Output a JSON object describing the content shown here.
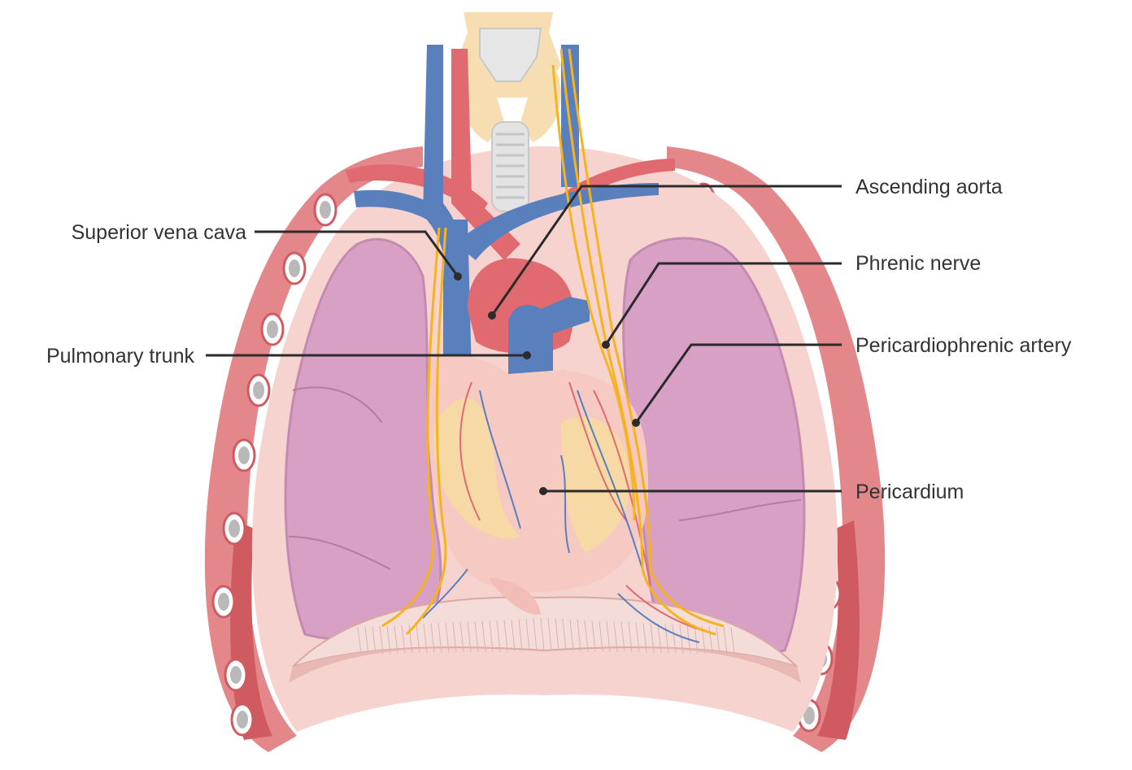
{
  "labels": {
    "superior_vena_cava": "Superior vena cava",
    "pulmonary_trunk": "Pulmonary trunk",
    "ascending_aorta": "Ascending aorta",
    "phrenic_nerve": "Phrenic nerve",
    "pericardiophrenic_artery": "Pericardiophrenic artery",
    "pericardium": "Pericardium"
  },
  "colors": {
    "vein": "#5a7fbd",
    "artery": "#e06a70",
    "nerve": "#f6b320",
    "lung": "#d8a0c4",
    "pleura": "#f7d3cf",
    "rib_wall": "#e4878b",
    "pericardium": "#f6c9c3",
    "fat": "#f7d9a6",
    "thyroid": "#f6ddb2",
    "leader_line": "#2b2b2b"
  }
}
